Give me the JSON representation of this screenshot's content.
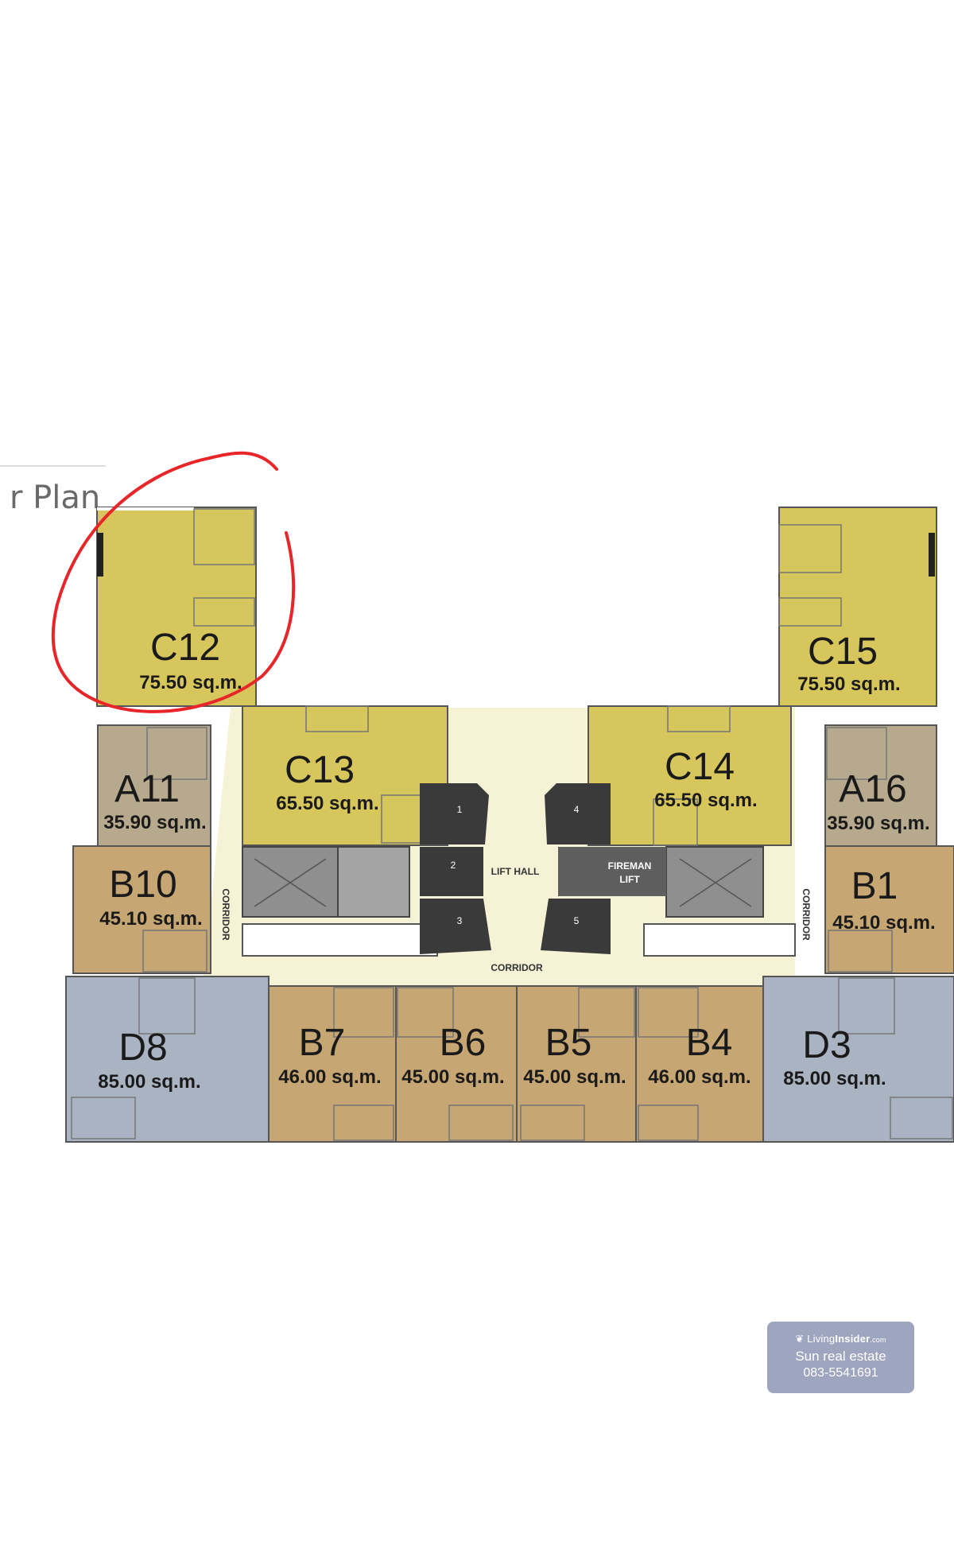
{
  "plan": {
    "title_fragment": "r Plan",
    "lift_hall_label": "LIFT HALL",
    "corridor_label": "CORRIDOR",
    "fireman_lift_label": [
      "FIREMAN",
      "LIFT"
    ],
    "lift_numbers": [
      "1",
      "2",
      "3",
      "4",
      "5"
    ],
    "units": [
      {
        "id": "C12",
        "code": "C12",
        "area": "75.50 sq.m.",
        "color": "#d6c65b",
        "highlighted": true
      },
      {
        "id": "C13",
        "code": "C13",
        "area": "65.50 sq.m.",
        "color": "#d6c65b"
      },
      {
        "id": "C14",
        "code": "C14",
        "area": "65.50 sq.m.",
        "color": "#d6c65b"
      },
      {
        "id": "C15",
        "code": "C15",
        "area": "75.50 sq.m.",
        "color": "#d6c65b"
      },
      {
        "id": "A11",
        "code": "A11",
        "area": "35.90 sq.m.",
        "color": "#b6a98d"
      },
      {
        "id": "A16",
        "code": "A16",
        "area": "35.90 sq.m.",
        "color": "#b6a98d"
      },
      {
        "id": "B10",
        "code": "B10",
        "area": "45.10 sq.m.",
        "color": "#c6a672"
      },
      {
        "id": "B1",
        "code": "B1",
        "area": "45.10 sq.m.",
        "color": "#c6a672"
      },
      {
        "id": "D8",
        "code": "D8",
        "area": "85.00 sq.m.",
        "color": "#a9b3c2"
      },
      {
        "id": "B7",
        "code": "B7",
        "area": "46.00 sq.m.",
        "color": "#c6a672"
      },
      {
        "id": "B6",
        "code": "B6",
        "area": "45.00 sq.m.",
        "color": "#c6a672"
      },
      {
        "id": "B5",
        "code": "B5",
        "area": "45.00 sq.m.",
        "color": "#c6a672"
      },
      {
        "id": "B4",
        "code": "B4",
        "area": "46.00 sq.m.",
        "color": "#c6a672"
      },
      {
        "id": "D3",
        "code": "D3",
        "area": "85.00 sq.m.",
        "color": "#a9b3c2"
      }
    ],
    "colors": {
      "corridor": "#f5f2d6",
      "core": "#8f8f8f",
      "lift": "#3a3a3a",
      "highlight_circle": "#e8262a"
    }
  },
  "watermark": {
    "brand_prefix": "Living",
    "brand_bold": "Insider",
    "brand_suffix": ".com",
    "agent": "Sun real estate",
    "phone": "083-5541691"
  }
}
